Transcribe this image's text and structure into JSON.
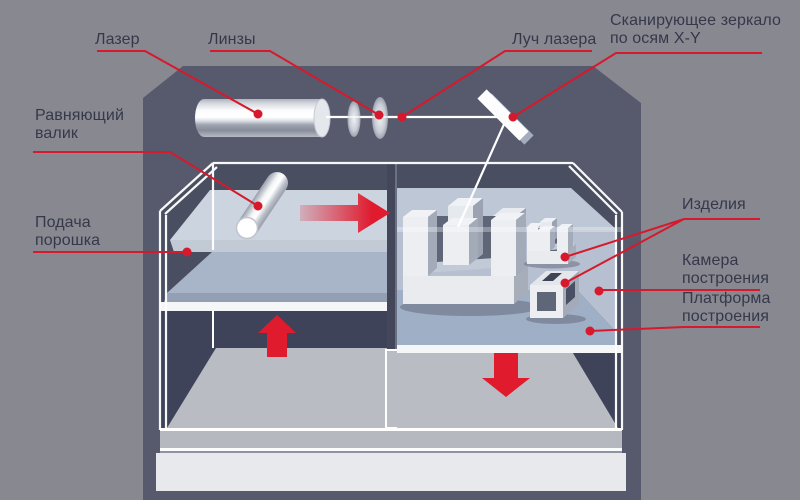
{
  "diagram": {
    "subject": "sls-3d-printer-schematic",
    "labels": {
      "laser": {
        "text": "Лазер"
      },
      "lenses": {
        "text": "Линзы"
      },
      "beam": {
        "text": "Луч лазера"
      },
      "mirror": {
        "line1": "Сканирующее зеркало",
        "line2": "по осям X-Y"
      },
      "roller": {
        "line1": "Равняющий",
        "line2": "валик"
      },
      "powder": {
        "line1": "Подача",
        "line2": "порошка"
      },
      "products": {
        "text": "Изделия"
      },
      "chamber": {
        "line1": "Камера",
        "line2": "построения"
      },
      "platform": {
        "line1": "Платформа",
        "line2": "построения"
      }
    },
    "colors": {
      "accent_red": "#d6192c",
      "arrow_red": "#e01b2e",
      "background": "#888891",
      "machine_body": "#575a6c",
      "interior_dark": "#4a4e61",
      "void_dark": "#3e435a",
      "powder_light": "#ccd4e0",
      "powder_bed": "#a8b4c7",
      "platform_surface": "#9fafc5",
      "floor_gray": "#b9bcc2",
      "base_light": "#e7e9ec",
      "label_text": "#343849",
      "beam_white": "#ffffff"
    }
  }
}
